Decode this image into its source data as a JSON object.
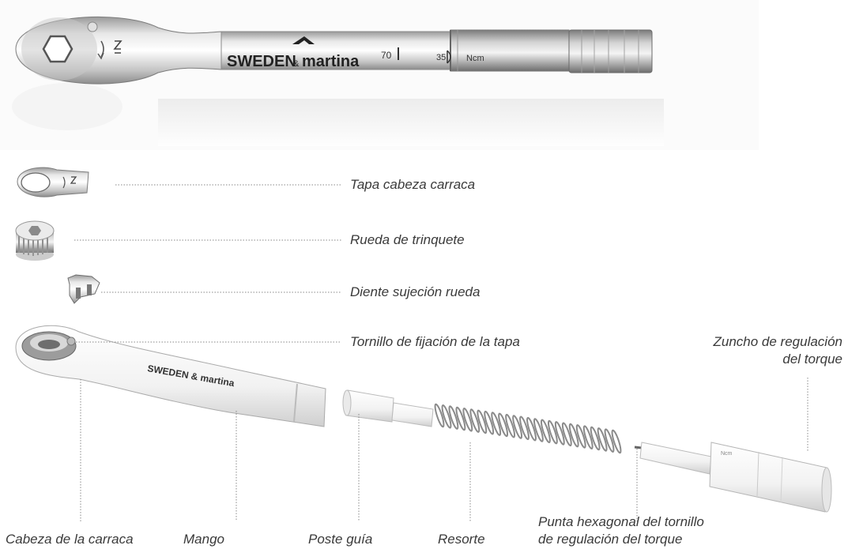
{
  "tool": {
    "brand": "SWEDEN",
    "brand_amp": "&",
    "brand_2": "martina",
    "scale_70": "70",
    "scale_35": "35",
    "unit": "Ncm"
  },
  "labels": {
    "tapa": "Tapa cabeza carraca",
    "rueda": "Rueda de trinquete",
    "diente": "Diente sujeción rueda",
    "tornillo": "Tornillo de fijación de la tapa",
    "zuncho_1": "Zuncho de regulación",
    "zuncho_2": "del torque",
    "cabeza": "Cabeza de la carraca",
    "mango": "Mango",
    "poste": "Poste guía",
    "resorte": "Resorte",
    "punta_1": "Punta hexagonal del tornillo",
    "punta_2": "de regulación del torque"
  }
}
